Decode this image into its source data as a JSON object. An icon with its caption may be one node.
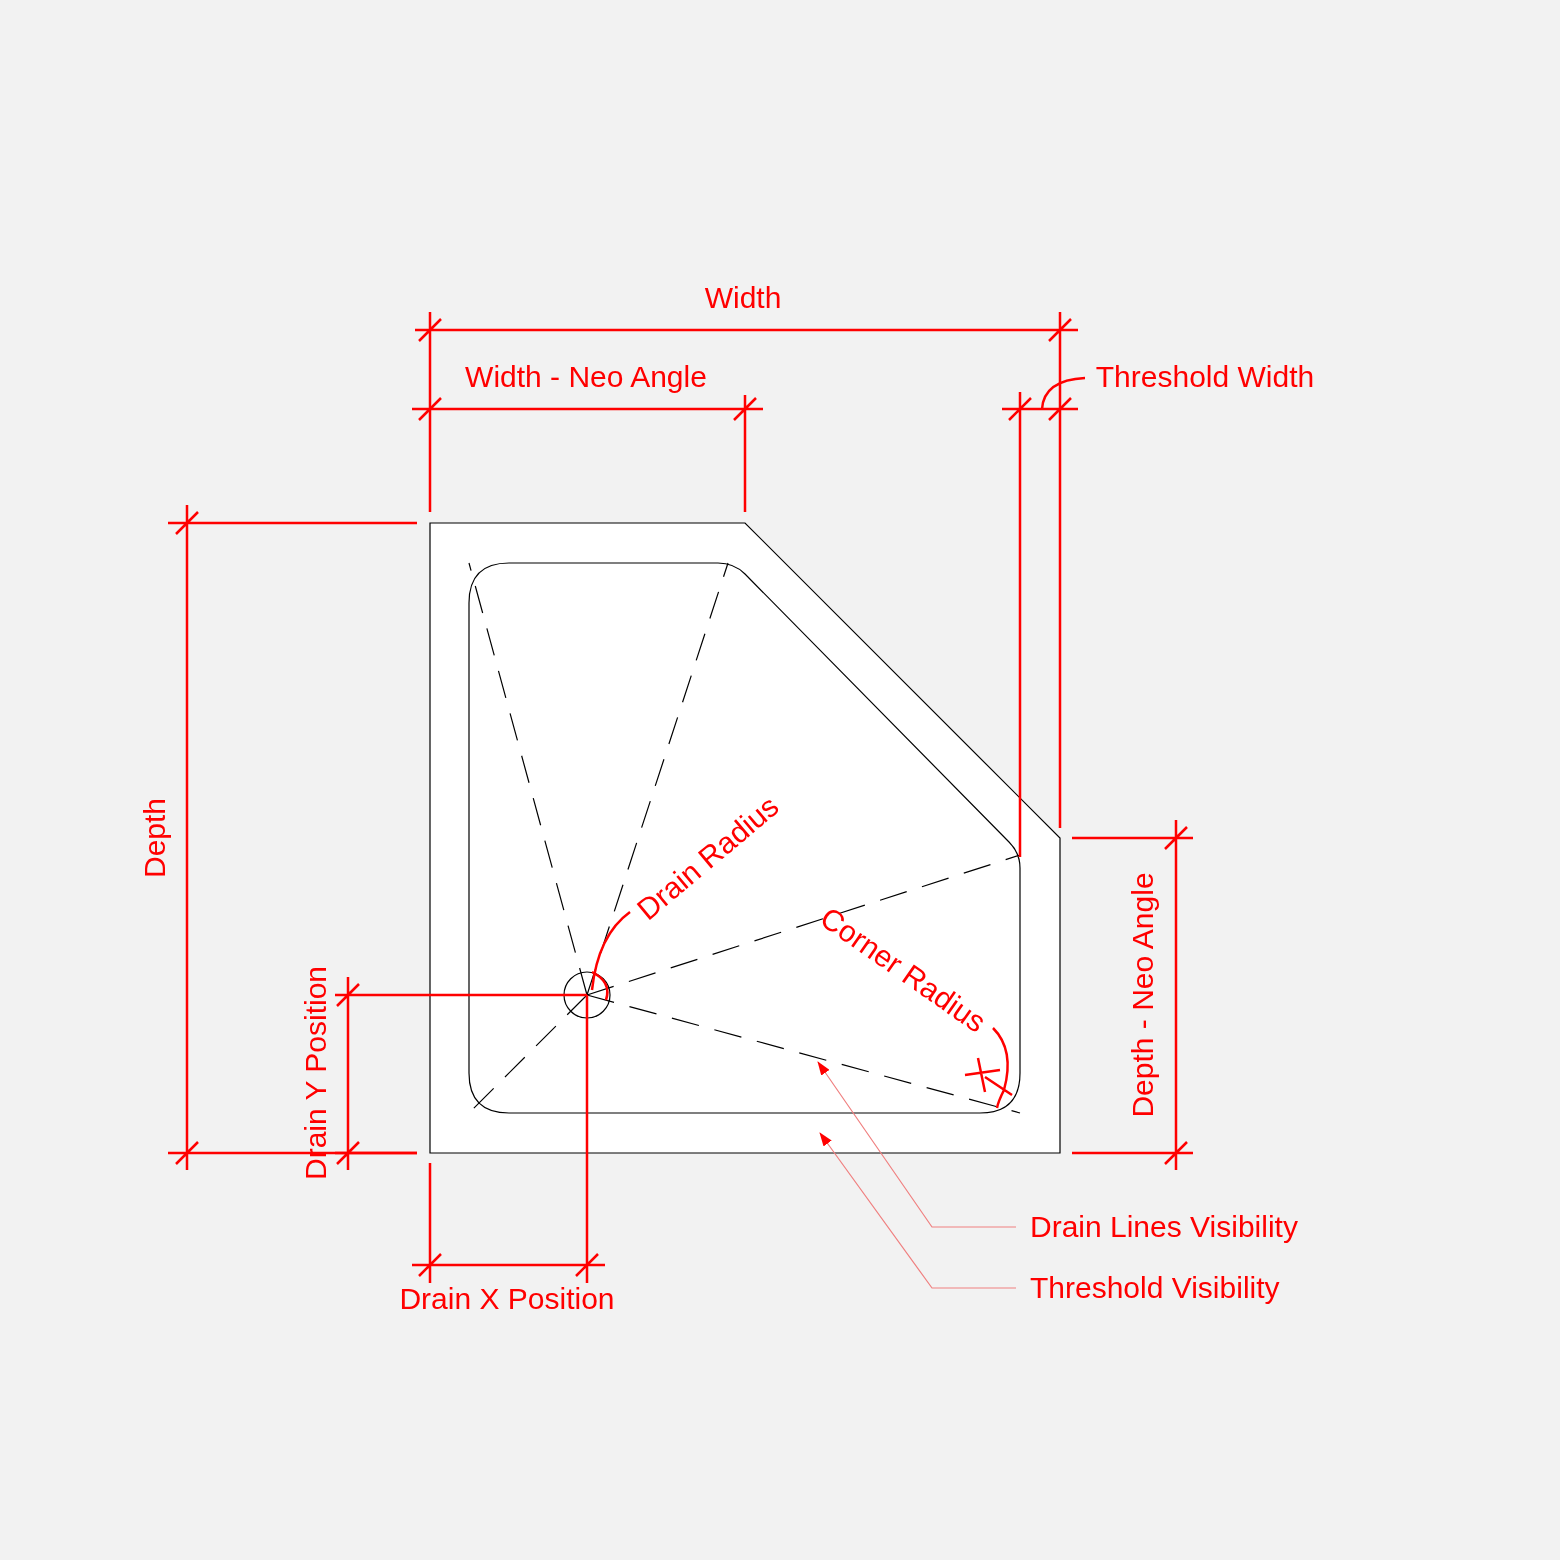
{
  "diagram": {
    "nodes": [
      {
        "text": [
          "Drain Lines Visibility"
        ]
      },
      {
        "text": [
          "Threshold Visibility"
        ]
      }
    ],
    "edges": [
      {
        "from": 0,
        "to": null,
        "arrow": "to"
      },
      {
        "from": 1,
        "to": null,
        "arrow": "to"
      }
    ],
    "labels": [
      "Width",
      "Width - Neo Angle",
      "Threshold Width",
      "Drain Radius",
      "Depth",
      "Corner Radius",
      "Drain Y Position",
      "Depth - Neo Angle",
      "Drain X Position"
    ]
  }
}
